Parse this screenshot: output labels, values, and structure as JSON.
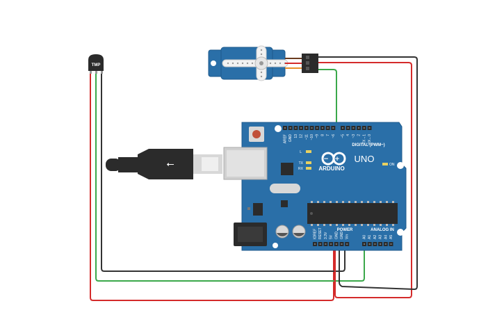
{
  "sensor": {
    "label": "TMP"
  },
  "board": {
    "brand": "ARDUINO",
    "model": "UNO",
    "digital_header_label": "DIGITAL (PWM~)",
    "power_label": "POWER",
    "analog_label": "ANALOG IN",
    "on_label": "ON",
    "led_l": "L",
    "led_tx": "TX",
    "led_rx": "RX",
    "digital_pins": [
      "AREF",
      "GND",
      "13",
      "12",
      "~11",
      "~10",
      "~9",
      "8",
      "7",
      "~6",
      "~5",
      "4",
      "~3",
      "2",
      "TX→1",
      "RX←0"
    ],
    "power_pins": [
      "IOREF",
      "RESET",
      "3.3V",
      "5V",
      "GND",
      "GND",
      "Vin"
    ],
    "analog_pins": [
      "A0",
      "A1",
      "A2",
      "A3",
      "A4",
      "A5"
    ]
  },
  "colors": {
    "board": "#2a6fa8",
    "board_dark": "#1e5a8c",
    "wire_red": "#d42a2a",
    "wire_black": "#333333",
    "wire_green": "#3aa84a",
    "servo": "#2a6fa8",
    "usb": "#2b2b2b"
  }
}
